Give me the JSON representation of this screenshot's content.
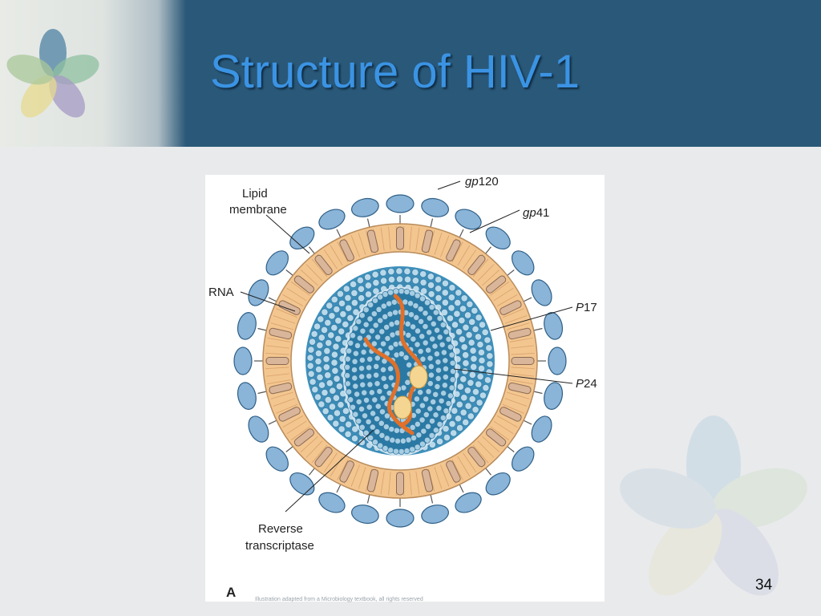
{
  "slide": {
    "title": "Structure of HIV-1",
    "page_number": "34",
    "caption": "Illustration adapted from a Microbiology textbook, all rights reserved"
  },
  "figure": {
    "panel_label": "A",
    "labels": {
      "lipid_line1": "Lipid",
      "lipid_line2": "membrane",
      "gp120_prefix": "gp",
      "gp120_suffix": "120",
      "gp41_prefix": "gp",
      "gp41_suffix": "41",
      "rna": "RNA",
      "p17_prefix": "P",
      "p17_suffix": "17",
      "p24_prefix": "P",
      "p24_suffix": "24",
      "rt_line1": "Reverse",
      "rt_line2": "transcriptase"
    }
  },
  "colors": {
    "header": "#2a5878",
    "title": "#3b93e3",
    "membrane": "#f3c690",
    "glycoprotein": "#8ab4d8",
    "matrix": "#a9cde3",
    "capsid": "#2e7fa8",
    "rna": "#e0702a",
    "enzyme": "#f4d592"
  }
}
